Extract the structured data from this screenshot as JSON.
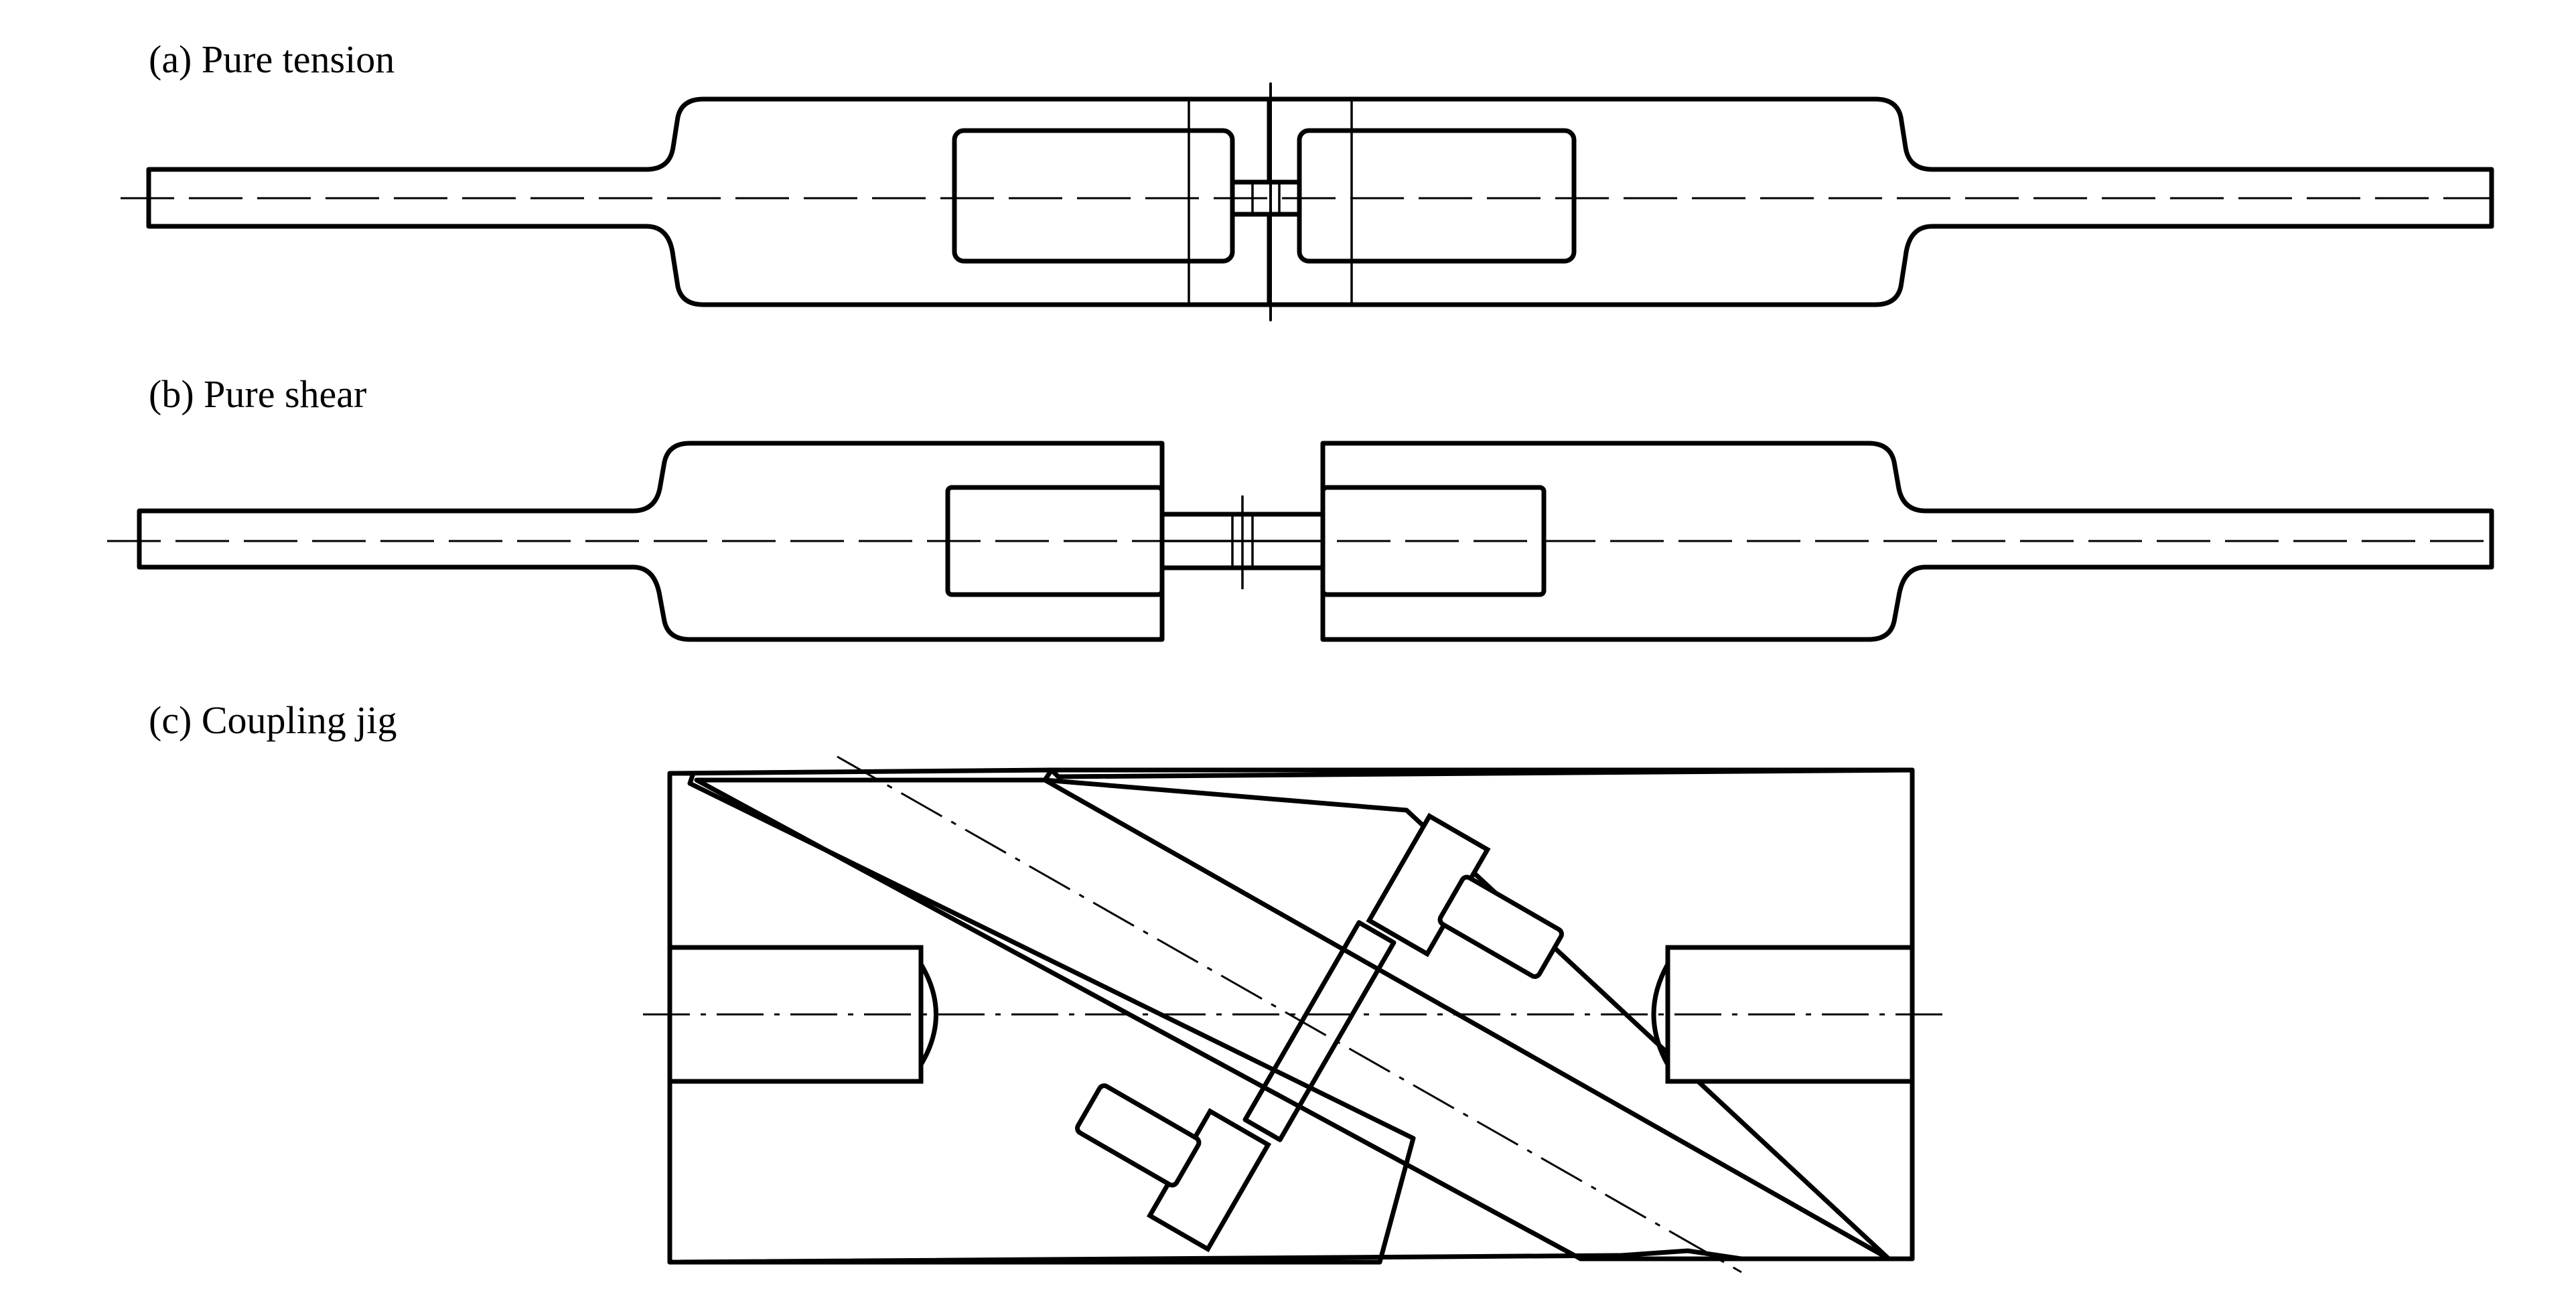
{
  "panels": [
    {
      "id": "a",
      "label": "(a) Pure tension"
    },
    {
      "id": "b",
      "label": "(b) Pure shear"
    },
    {
      "id": "c",
      "label": "(c) Coupling jig"
    }
  ],
  "colors": {
    "line": "#000000",
    "background": "#ffffff"
  }
}
